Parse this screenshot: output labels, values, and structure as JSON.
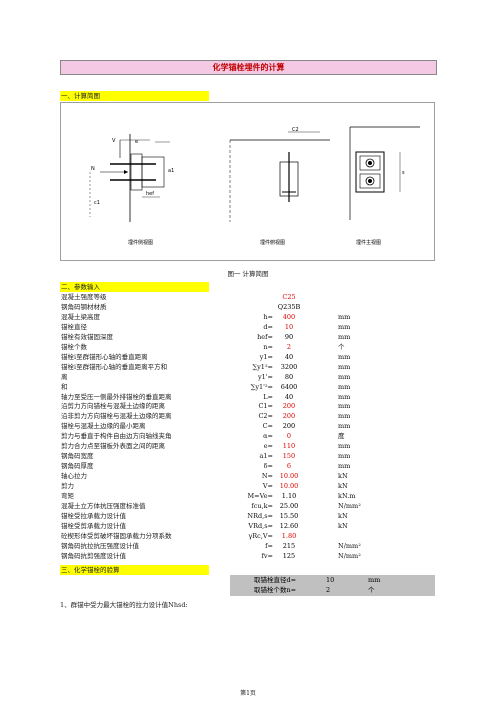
{
  "title": "化学锚栓埋件的计算",
  "sections": {
    "s1": "一、计算简图",
    "s2": "二、参数输入",
    "s3": "三、化学锚栓的验算"
  },
  "diagram": {
    "labels": {
      "v": "V",
      "e": "e",
      "n": "N",
      "c1": "c1",
      "hef": "hef",
      "a1": "a1",
      "c2": "C2",
      "s": "s"
    },
    "captions": [
      "埋件侧视图",
      "埋件俯视图",
      "埋件主视图"
    ]
  },
  "figure_caption": "图一  计算简图",
  "params": [
    {
      "label": "混凝土强度等级",
      "sym": "",
      "val": "C25",
      "unit": "",
      "color": "red"
    },
    {
      "label": "钢角码钢材材质",
      "sym": "",
      "val": "Q235B",
      "unit": "",
      "color": ""
    },
    {
      "label": "混凝土梁高度",
      "sym": "h=",
      "val": "400",
      "unit": "mm",
      "color": "red"
    },
    {
      "label": "锚栓直径",
      "sym": "d=",
      "val": "10",
      "unit": "mm",
      "color": "red"
    },
    {
      "label": "锚栓有效锚固深度",
      "sym": "hef=",
      "val": "90",
      "unit": "mm",
      "color": ""
    },
    {
      "label": "锚栓个数",
      "sym": "n=",
      "val": "2",
      "unit": "个",
      "color": "red"
    },
    {
      "label": "锚栓i至群锚形心轴的垂直距离",
      "sym": "y1=",
      "val": "40",
      "unit": "mm",
      "color": ""
    },
    {
      "label": "锚栓i至群锚形心轴的垂直距离平方和",
      "sym": "∑y1²=",
      "val": "3200",
      "unit": "mm",
      "color": ""
    },
    {
      "label": "离",
      "sym": "y1'=",
      "val": "80",
      "unit": "mm",
      "color": ""
    },
    {
      "label": "和",
      "sym": "∑y1'²=",
      "val": "6400",
      "unit": "mm",
      "color": ""
    },
    {
      "label": "轴力至受压一侧最外排锚栓的垂直距离",
      "sym": "L=",
      "val": "40",
      "unit": "mm",
      "color": ""
    },
    {
      "label": "沿剪力方向锚栓与混凝土边缘的距离",
      "sym": "C1=",
      "val": "200",
      "unit": "mm",
      "color": "red"
    },
    {
      "label": "沿非剪力方向锚栓与混凝土边缘的距离",
      "sym": "C2=",
      "val": "200",
      "unit": "mm",
      "color": "red"
    },
    {
      "label": "锚栓与混凝土边缘的最小距离",
      "sym": "C=",
      "val": "200",
      "unit": "mm",
      "color": ""
    },
    {
      "label": "剪力与垂直于构件自由边方向轴线夹角",
      "sym": "α=",
      "val": "0",
      "unit": "度",
      "color": "red"
    },
    {
      "label": "剪力合力点至锚板外表面之间的距离",
      "sym": "e=",
      "val": "110",
      "unit": "mm",
      "color": "red"
    },
    {
      "label": "钢角码宽度",
      "sym": "a1=",
      "val": "150",
      "unit": "mm",
      "color": "red"
    },
    {
      "label": "钢角码厚度",
      "sym": "δ=",
      "val": "6",
      "unit": "mm",
      "color": "red"
    },
    {
      "label": "轴心拉力",
      "sym": "N=",
      "val": "10.00",
      "unit": "kN",
      "color": "red"
    },
    {
      "label": "剪力",
      "sym": "V=",
      "val": "10.00",
      "unit": "kN",
      "color": "red"
    },
    {
      "label": "弯矩",
      "sym": "M=Ve=",
      "val": "1.10",
      "unit": "kN.m",
      "color": ""
    },
    {
      "label": "混凝土立方体抗压强度标准值",
      "sym": "fcu,k=",
      "val": "25.00",
      "unit": "N/mm²",
      "color": ""
    },
    {
      "label": "锚栓受拉承载力设计值",
      "sym": "NRd,s=",
      "val": "15.50",
      "unit": "kN",
      "color": ""
    },
    {
      "label": "锚栓受剪承载力设计值",
      "sym": "VRd,s=",
      "val": "12.60",
      "unit": "kN",
      "color": ""
    },
    {
      "label": "砼楔形体受剪破坏锚固承载力分项系数",
      "sym": "γRc,V=",
      "val": "1.80",
      "unit": "",
      "color": "red"
    },
    {
      "label": "钢角码抗拉抗压强度设计值",
      "sym": "f=",
      "val": "215",
      "unit": "N/mm²",
      "color": ""
    },
    {
      "label": "钢角码抗剪强度设计值",
      "sym": "fv=",
      "val": "125",
      "unit": "N/mm²",
      "color": ""
    }
  ],
  "summary": {
    "row1_label": "取锚栓直径d=",
    "row1_val": "10",
    "row1_unit": "mm",
    "row2_label": "取锚栓个数n=",
    "row2_val": "2",
    "row2_unit": "个"
  },
  "last_line": "1、群锚中受力最大锚栓的拉力设计值Nhsd:",
  "footer": "第1页"
}
